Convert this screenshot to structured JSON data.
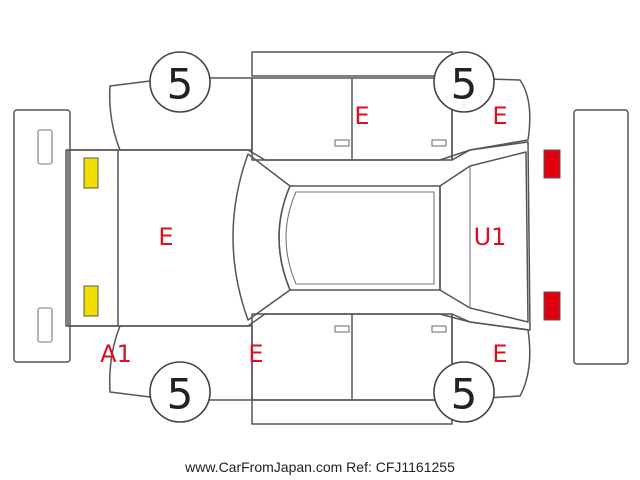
{
  "tires": {
    "front_left": "5",
    "rear_left": "5",
    "front_right": "5",
    "rear_right": "5"
  },
  "codes": {
    "roof_top": "E",
    "rear_right_quarter": "E",
    "hood": "E",
    "back_door_glass": "U1",
    "front_left_fender": "A1",
    "front_right_door": "E",
    "rear_right_door": "E"
  },
  "footer": "www.CarFromJapan.com Ref: CFJ1161255",
  "colors": {
    "outline": "#555555",
    "code_text": "#d81020",
    "front_lamps": "#f0e000",
    "rear_lamps": "#e00010"
  }
}
